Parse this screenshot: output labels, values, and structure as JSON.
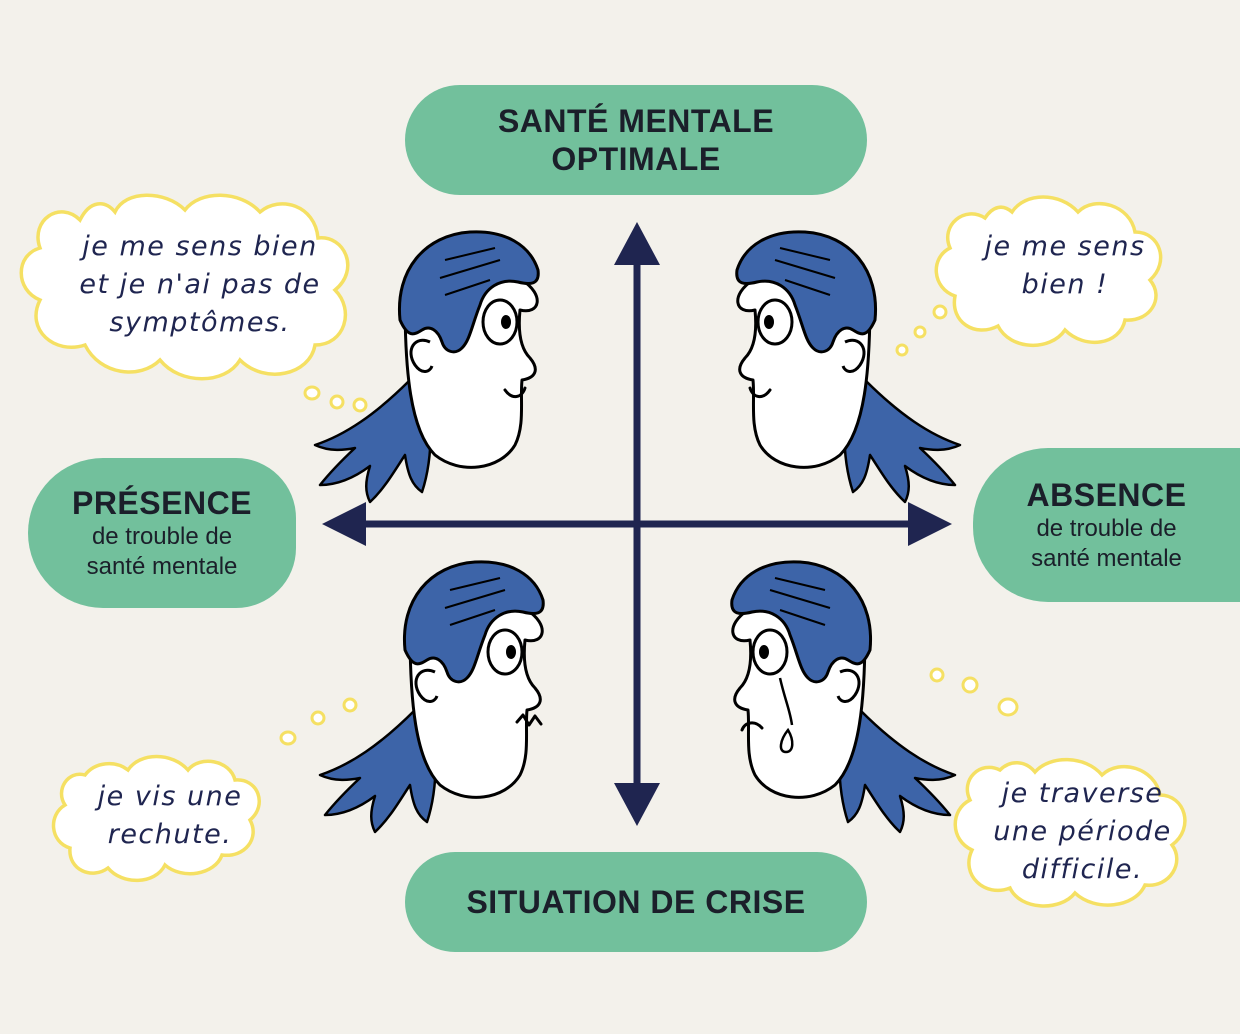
{
  "axis": {
    "top": {
      "title": "SANTÉ MENTALE\nOPTIMALE"
    },
    "bottom": {
      "title": "SITUATION DE CRISE"
    },
    "left": {
      "title": "PRÉSENCE",
      "subtitle": "de trouble de\nsanté mentale"
    },
    "right": {
      "title": "ABSENCE",
      "subtitle": "de trouble de\nsanté mentale"
    }
  },
  "thoughts": {
    "top_left": "je me sens bien\net je n'ai pas de\nsymptômes.",
    "top_right": "je me sens\nbien !",
    "bottom_left": "je vis une\nrechute.",
    "bottom_right": "je traverse\nune période\ndifficile."
  },
  "colors": {
    "background": "#f3f1eb",
    "pill": "#72c09c",
    "axis": "#1f2550",
    "hair": "#3d64a8",
    "bubble_outline": "#f5e063"
  },
  "faces": {
    "top_left": "smiling-face-icon",
    "top_right": "smiling-face-icon",
    "bottom_left": "worried-face-icon",
    "bottom_right": "crying-face-icon"
  }
}
